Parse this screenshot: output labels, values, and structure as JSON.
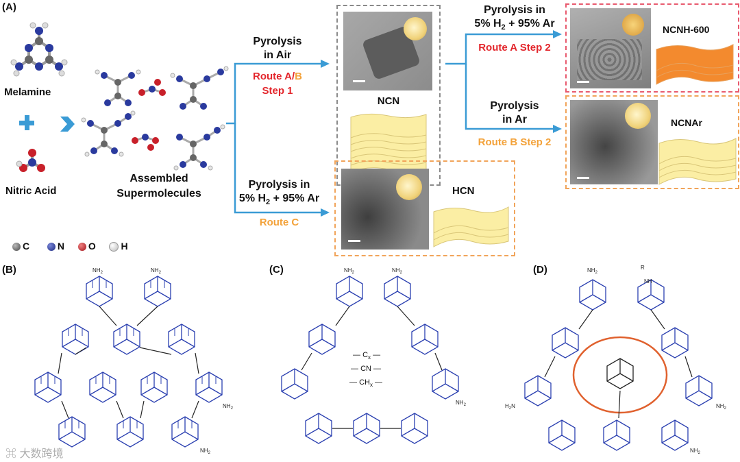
{
  "labels": {
    "A": "(A)",
    "B": "(B)",
    "C": "(C)",
    "D": "(D)"
  },
  "reactants": {
    "melamine": "Melamine",
    "nitric_acid": "Nitric Acid",
    "assembled": "Assembled",
    "supermolecules": "Supermolecules"
  },
  "steps": {
    "air_line1": "Pyrolysis",
    "air_line2": "in Air",
    "route_ab_prefix": "Route A/",
    "route_ab_b": "B",
    "route_ab_step": "Step 1",
    "h2_line1": "Pyrolysis in",
    "h2_line2_a": "5% H",
    "h2_line2_sub": "2",
    "h2_line2_b": " + 95% Ar",
    "route_c": "Route C",
    "a2_line1": "Pyrolysis in",
    "a2_line2_a": "5% H",
    "a2_line2_sub": "2",
    "a2_line2_b": " + 95% Ar",
    "route_a_step2": "Route A Step 2",
    "ar_line1": "Pyrolysis",
    "ar_line2": "in Ar",
    "route_b_step2": "Route B Step 2"
  },
  "products": {
    "ncn": "NCN",
    "hcn": "HCN",
    "ncnh600": "NCNH-600",
    "ncnar": "NCNAr"
  },
  "legend": {
    "c": "C",
    "n": "N",
    "o": "O",
    "h": "H"
  },
  "structure_labels": {
    "nh2": "NH",
    "nh2_sub": "2",
    "h2n": "H",
    "h2n_sub": "2",
    "h2n_n": "N",
    "cx": "C",
    "cx_sub": "x",
    "cn": "CN",
    "chx": "CH",
    "chx_sub": "x",
    "nh": "NH",
    "r": "R",
    "n": "N"
  },
  "watermark": "大数跨境",
  "colors": {
    "arrow": "#3a9bd5",
    "red": "#e3262c",
    "orange": "#f3a23a",
    "atom_c": "#555555",
    "atom_n": "#2a3a9e",
    "atom_o": "#c8202a",
    "atom_h": "#e6e6e6",
    "ring_n": "#2a3fb0",
    "highlight": "#e0612e"
  }
}
